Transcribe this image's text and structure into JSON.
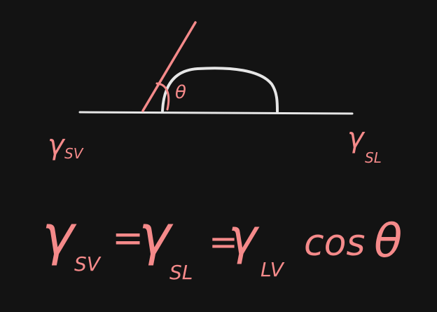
{
  "colors": {
    "background": "#131313",
    "ink_pink": "#f58a8a",
    "ink_white": "#e6e6e6"
  },
  "diagram": {
    "angle_symbol": "θ",
    "label_left": {
      "main": "γ",
      "sub": "SV"
    },
    "label_right": {
      "main": "γ",
      "sub": "SL"
    }
  },
  "equation": {
    "lhs": {
      "main": "γ",
      "sub": "SV"
    },
    "eq1": "=",
    "term1": {
      "main": "γ",
      "sub": "SL"
    },
    "eq2": "=",
    "term2": {
      "main": "γ",
      "sub": "LV"
    },
    "func": "cos",
    "theta": "θ"
  }
}
